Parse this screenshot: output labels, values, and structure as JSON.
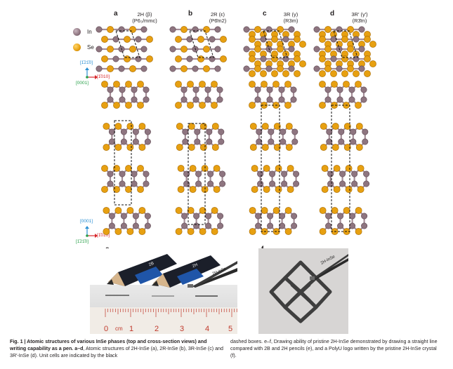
{
  "legend": {
    "in_label": "In",
    "se_label": "Se",
    "in_color": "#8e7580",
    "se_color": "#e7a011"
  },
  "top_axes": {
    "up": "[1̄21̄0]",
    "right": "[1̄010]",
    "out": "[0001]"
  },
  "bottom_axes": {
    "up": "[0001]",
    "right": "[1̄010]",
    "out": "[1̄21̄0]"
  },
  "panels": [
    {
      "letter": "a",
      "name": "2H (β)",
      "group": "(P6₃/mmc)"
    },
    {
      "letter": "b",
      "name": "2R (ε)",
      "group": "(P6̄m2)"
    },
    {
      "letter": "c",
      "name": "3R (γ)",
      "group": "(R3m)"
    },
    {
      "letter": "d",
      "name": "3R′ (γ′)",
      "group": "(R3̄m)"
    }
  ],
  "photo_e": {
    "letter": "e",
    "pencil_labels": [
      "2B",
      "2H"
    ],
    "crystal_label": "2H-InSe",
    "ruler_unit": "cm",
    "ruler_numbers": [
      "0",
      "1",
      "2",
      "3",
      "4",
      "5"
    ]
  },
  "photo_f": {
    "letter": "f",
    "crystal_label": "2H-InSe"
  },
  "caption": {
    "left_bold": "Fig. 1 | Atomic structures of various InSe phases (top and cross-section views) and writing capability as a pen. a–d",
    "left_text": ", Atomic structures of 2H-InSe (a), 2R-InSe (b), 3R-InSe (c) and 3R′-InSe (d). Unit cells are indicated by the black",
    "right_text": "dashed boxes. e–f, Drawing ability of pristine 2H-InSe demonstrated by drawing a straight line compared with 2B and 2H pencils (e), and a PolyU logo written by the pristine 2H-InSe crystal (f)."
  }
}
